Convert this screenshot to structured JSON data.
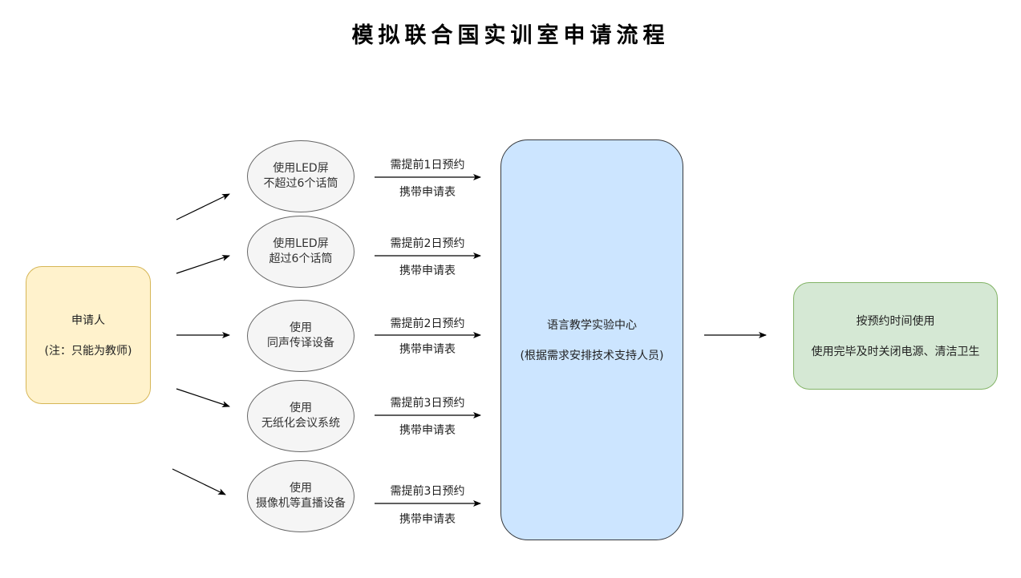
{
  "title": "模拟联合国实训室申请流程",
  "applicant": {
    "line1": "申请人",
    "line2": "(注：只能为教师)"
  },
  "equipment": [
    {
      "line1": "使用LED屏",
      "line2": "不超过6个话筒",
      "advance": "需提前1日预约",
      "carry": "携带申请表"
    },
    {
      "line1": "使用LED屏",
      "line2": "超过6个话筒",
      "advance": "需提前2日预约",
      "carry": "携带申请表"
    },
    {
      "line1": "使用",
      "line2": "同声传译设备",
      "advance": "需提前2日预约",
      "carry": "携带申请表"
    },
    {
      "line1": "使用",
      "line2": "无纸化会议系统",
      "advance": "需提前3日预约",
      "carry": "携带申请表"
    },
    {
      "line1": "使用",
      "line2": "摄像机等直播设备",
      "advance": "需提前3日预约",
      "carry": "携带申请表"
    }
  ],
  "center": {
    "line1": "语言教学实验中心",
    "line2": "(根据需求安排技术支持人员)"
  },
  "result": {
    "line1": "按预约时间使用",
    "line2": "使用完毕及时关闭电源、清洁卫生"
  },
  "colors": {
    "applicant_fill": "#fff2cc",
    "applicant_stroke": "#d6b656",
    "ellipse_fill": "#f5f5f5",
    "ellipse_stroke": "#666666",
    "center_fill": "#cce5ff",
    "center_stroke": "#36393d",
    "result_fill": "#d5e8d4",
    "result_stroke": "#82b366"
  }
}
